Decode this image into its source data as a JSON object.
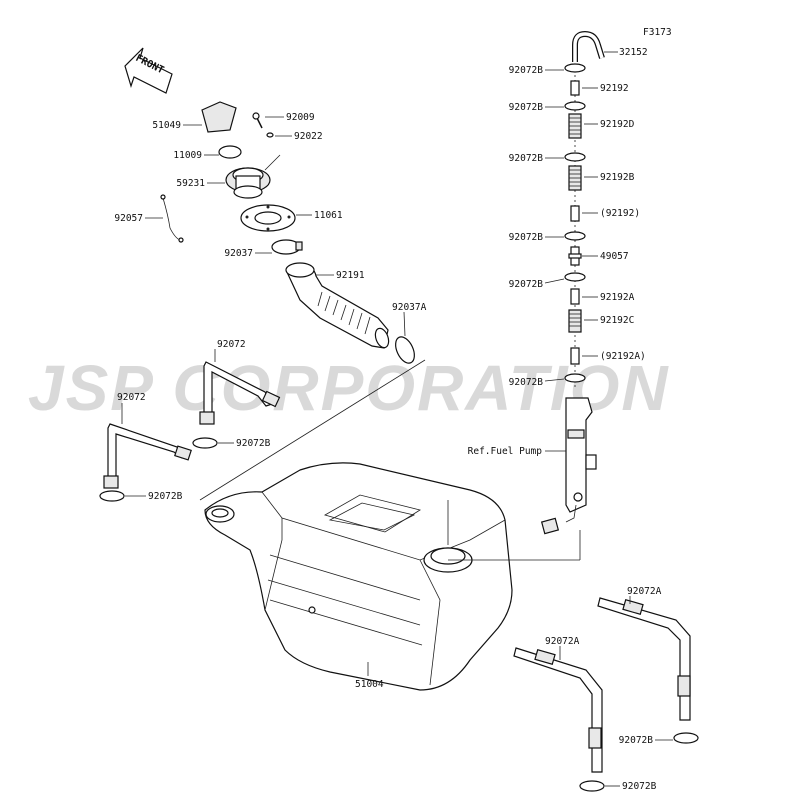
{
  "figure_code": "F3173",
  "watermark": "JSP CORPORATION",
  "front_label": "FRONT",
  "labels": {
    "l32152": "32152",
    "l92072B_1": "92072B",
    "l92192": "92192",
    "l92072B_2": "92072B",
    "l92192D": "92192D",
    "l92072B_3": "92072B",
    "l92192B": "92192B",
    "l92192p": "(92192)",
    "l92072B_4": "92072B",
    "l49057": "49057",
    "l92072B_5": "92072B",
    "l92192A": "92192A",
    "l92192C": "92192C",
    "l92192Ap": "(92192A)",
    "l92072B_6": "92072B",
    "lRefFuel": "Ref.Fuel Pump",
    "l51049": "51049",
    "l92009": "92009",
    "l92022": "92022",
    "l11009": "11009",
    "l59231": "59231",
    "l11061": "11061",
    "l92057": "92057",
    "l92037": "92037",
    "l92191": "92191",
    "l92037A": "92037A",
    "l92072_a": "92072",
    "l92072_b": "92072",
    "l92072B_7": "92072B",
    "l92072B_8": "92072B",
    "l51004": "51004",
    "l92072A_1": "92072A",
    "l92072A_2": "92072A",
    "l92072B_9": "92072B",
    "l92072B_10": "92072B"
  }
}
